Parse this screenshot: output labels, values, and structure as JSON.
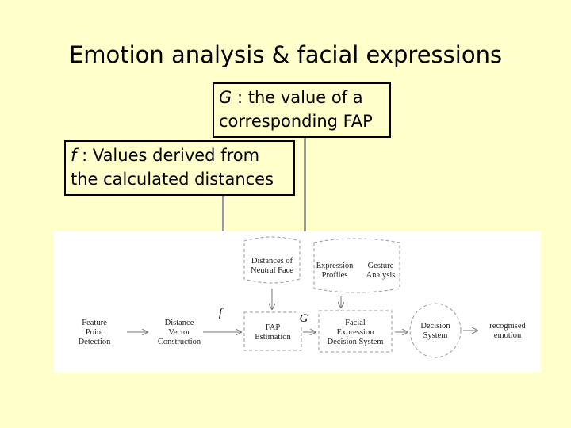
{
  "title": "Emotion analysis & facial expressions",
  "callout_g": {
    "symbol": "G",
    "text": " : the value of a corresponding FAP"
  },
  "callout_f": {
    "symbol": "f",
    "text": " : Values derived from the calculated distances"
  },
  "diagram": {
    "nodes": {
      "feature_point_detection": "Feature\nPoint\nDetection",
      "distance_vector_construction": "Distance\nVector\nConstruction",
      "distances_neutral_face": "Distances of\nNeutral Face",
      "fap_estimation": "FAP\nEstimation",
      "expression_profiles": "Expression\nProfiles",
      "gesture_analysis": "Gesture\nAnalysis",
      "facial_expression_decision_system": "Facial\nExpression\nDecision System",
      "decision_system": "Decision\nSystem",
      "recognised_emotion": "recognised\nemotion"
    },
    "symbols": {
      "f": "f",
      "g": "G"
    }
  },
  "colors": {
    "background": "#ffffcc",
    "connector": "#999999",
    "diagram_bg": "#ffffff"
  }
}
